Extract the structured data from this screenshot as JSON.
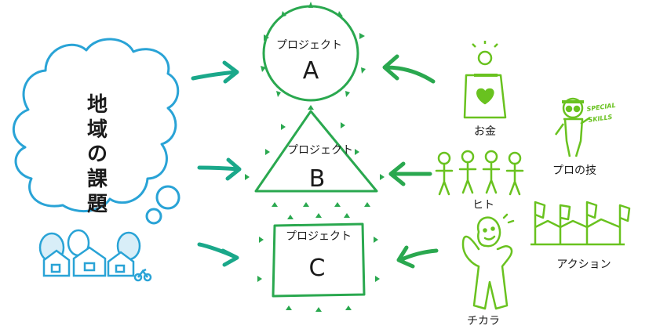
{
  "cloud": {
    "chars": [
      "地",
      "域",
      "の",
      "課",
      "題"
    ]
  },
  "projects": [
    {
      "label": "プロジェクト",
      "letter": "A"
    },
    {
      "label": "プロジェクト",
      "letter": "B"
    },
    {
      "label": "プロジェクト",
      "letter": "C"
    }
  ],
  "resources": {
    "money": "お金",
    "people": "ヒト",
    "power": "チカラ",
    "skills": "プロの技",
    "action": "アクション",
    "special_skills_badge": [
      "SPECIAL",
      "SKILLS"
    ]
  },
  "colors": {
    "blue": "#29a3d6",
    "teal": "#1aa88a",
    "project_green": "#2aa84f",
    "resource_green": "#69c21f"
  }
}
